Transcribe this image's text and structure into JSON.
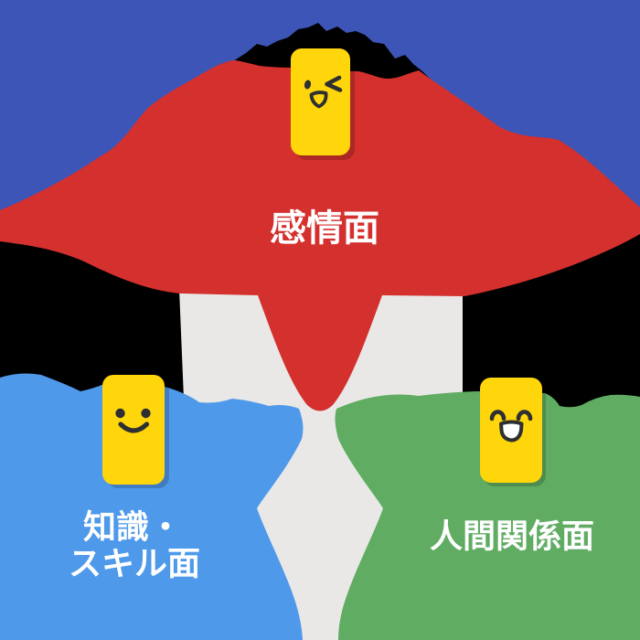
{
  "diagram": {
    "background_color": "#000000",
    "sky_color": "#3D55B7",
    "divider_color": "#E9E8E6",
    "card_color": "#FFD60B",
    "face_color": "#2E2F31",
    "label_color": "#FFFFFF",
    "petals": {
      "emotion": {
        "label": "感情面",
        "color": "#D3302E",
        "icon": "winking-face-card"
      },
      "knowledge": {
        "label_line1": "知識・",
        "label_line2": "スキル面",
        "color": "#4F99EB",
        "icon": "smiling-face-card"
      },
      "relations": {
        "label": "人間関係面",
        "color": "#5FAC62",
        "icon": "laughing-face-card"
      }
    }
  }
}
